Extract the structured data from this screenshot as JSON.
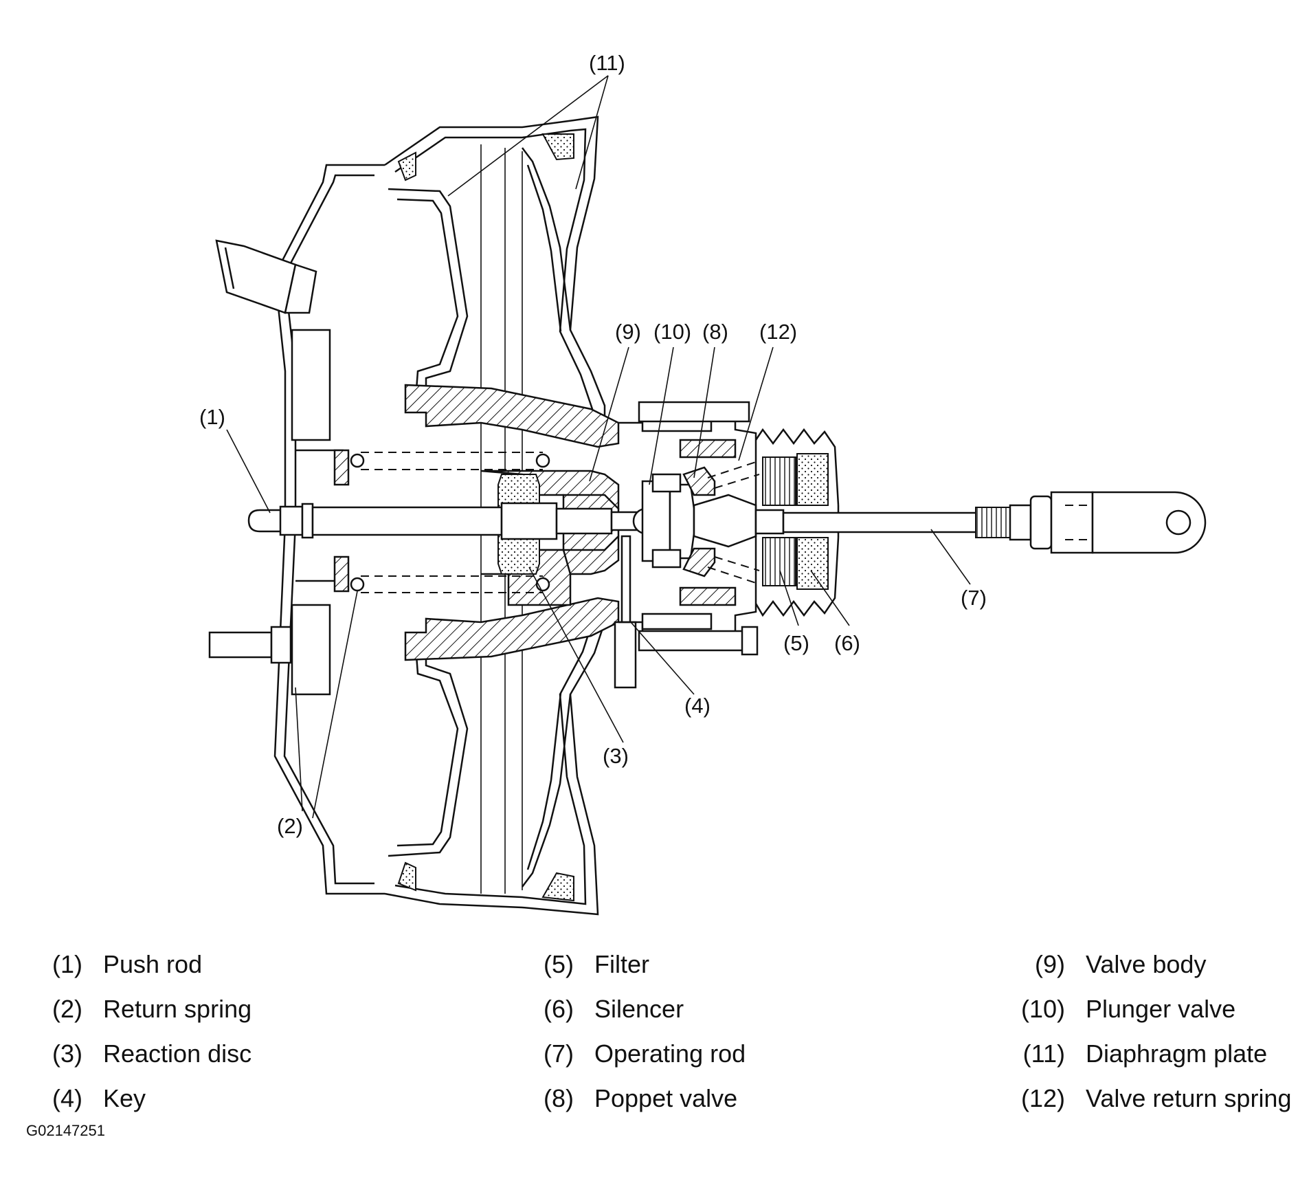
{
  "figure": {
    "callouts": [
      "(1)",
      "(2)",
      "(3)",
      "(4)",
      "(5)",
      "(6)",
      "(7)",
      "(8)",
      "(9)",
      "(10)",
      "(11)",
      "(12)"
    ]
  },
  "legend": [
    {
      "num": "(1)",
      "name": "Push rod"
    },
    {
      "num": "(2)",
      "name": "Return spring"
    },
    {
      "num": "(3)",
      "name": "Reaction disc"
    },
    {
      "num": "(4)",
      "name": "Key"
    },
    {
      "num": "(5)",
      "name": "Filter"
    },
    {
      "num": "(6)",
      "name": "Silencer"
    },
    {
      "num": "(7)",
      "name": "Operating rod"
    },
    {
      "num": "(8)",
      "name": "Poppet valve"
    },
    {
      "num": "(9)",
      "name": "Valve body"
    },
    {
      "num": "(10)",
      "name": "Plunger valve"
    },
    {
      "num": "(11)",
      "name": "Diaphragm plate"
    },
    {
      "num": "(12)",
      "name": "Valve return spring"
    }
  ],
  "figure_code": "G02147251"
}
